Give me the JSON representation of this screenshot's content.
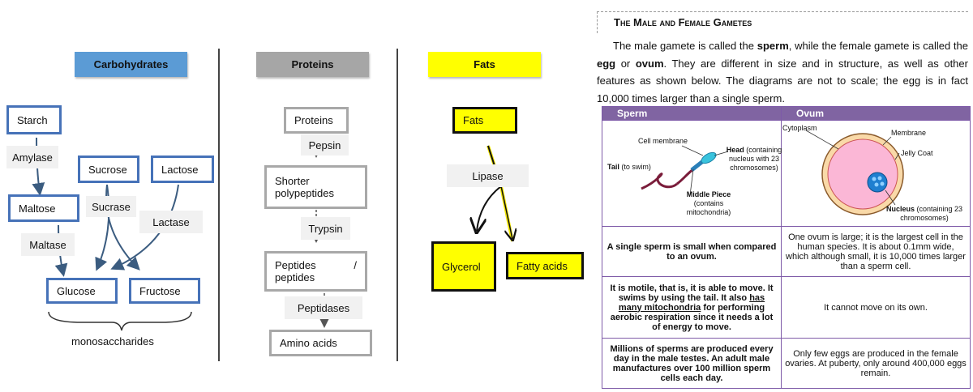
{
  "carbs": {
    "header": "Carbohydrates",
    "starch": "Starch",
    "amylase": "Amylase",
    "maltose": "Maltose",
    "maltase": "Maltase",
    "sucrose": "Sucrose",
    "sucrase": "Sucrase",
    "lactose": "Lactose",
    "lactase": "Lactase",
    "glucose": "Glucose",
    "fructose": "Fructose",
    "mono": "monosaccharides"
  },
  "proteins": {
    "header": "Proteins",
    "proteins": "Proteins",
    "pepsin": "Pepsin",
    "shorter1": "Shorter",
    "shorter2": "polypeptides",
    "trypsin": "Trypsin",
    "peptides1": "Peptides",
    "slash": "/",
    "peptides2": "peptides",
    "peptidases": "Peptidases",
    "amino": "Amino acids"
  },
  "fats": {
    "header": "Fats",
    "fats": "Fats",
    "lipase": "Lipase",
    "glycerol": "Glycerol",
    "fatty": "Fatty acids"
  },
  "doc": {
    "title": "The Male and Female Gametes",
    "p_a": "The male gamete is called the ",
    "p_sperm": "sperm",
    "p_b": ", while the female gamete is called the ",
    "p_egg": "egg",
    "p_or": " or ",
    "p_ovum": "ovum",
    "p_c": ". They are different in size and in structure, as well as other features as shown below. The diagrams are not to scale; the egg is in fact 10,000 times larger than a single sperm."
  },
  "table": {
    "col_sperm": "Sperm",
    "col_ovum": "Ovum",
    "sperm_diagram": {
      "cell_membrane": "Cell membrane",
      "head": "Head",
      "head_note": " (containing nucleus with 23 chromosomes)",
      "tail": "Tail",
      "tail_note": " (to swim)",
      "middle": "Middle Piece",
      "middle_note": "(contains mitochondria)"
    },
    "ovum_diagram": {
      "cytoplasm": "Cytoplasm",
      "membrane": "Membrane",
      "jelly": "Jelly Coat",
      "nucleus": "Nucleus",
      "nucleus_note": " (containing 23 chromosomes)"
    },
    "row1_sperm": "A single sperm is small when compared to an ovum.",
    "row1_ovum": "One ovum is large; it is the largest cell in the human species. It is  about 0.1mm wide, which although small, it is 10,000 times larger than a sperm cell.",
    "row2_sperm_a": "It is motile, that is, it is able to move. It swims by using the tail. It also ",
    "row2_sperm_u": "has many mitochondria",
    "row2_sperm_b": " for performing aerobic respiration since it needs a lot of energy to move.",
    "row2_ovum": "It cannot move on its own.",
    "row3_sperm": "Millions of sperms are produced every day in the male testes. An adult male manufactures over 100 million sperm cells each day.",
    "row3_ovum": "Only few eggs are produced in the female ovaries. At puberty, only around 400,000 eggs remain."
  },
  "colors": {
    "carb_header": "#5b9bd5",
    "protein_header": "#a6a6a6",
    "fat_header": "#ffff00",
    "table_header": "#8064a2"
  }
}
